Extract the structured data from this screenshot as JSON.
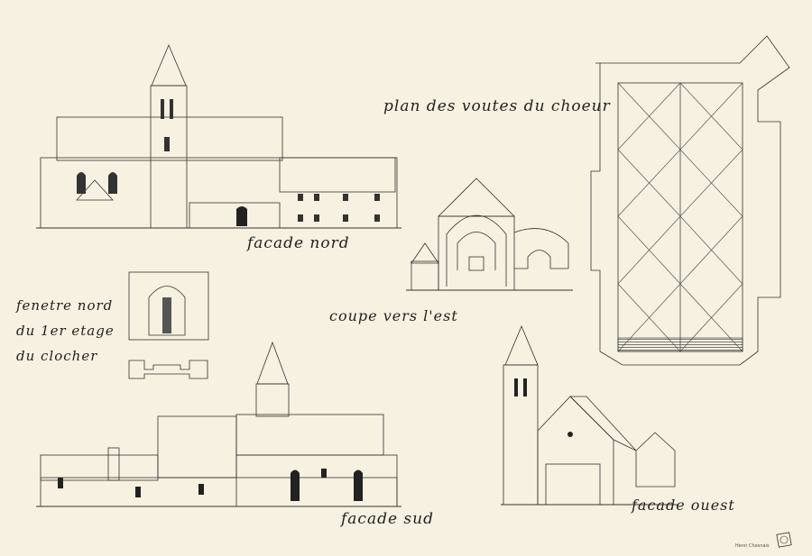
{
  "labels": {
    "plan": "plan des voutes du choeur",
    "nord": "facade nord",
    "coupe": "coupe vers l'est",
    "fenetre_line1": "fenetre nord",
    "fenetre_line2": "du 1er etage",
    "fenetre_line3": "du clocher",
    "sud": "facade sud",
    "ouest": "facade ouest"
  },
  "signature": "Henri Chesnais",
  "colors": {
    "paper": "#f6f1e0",
    "ink": "#333333",
    "roof": "#5a5a5a"
  }
}
